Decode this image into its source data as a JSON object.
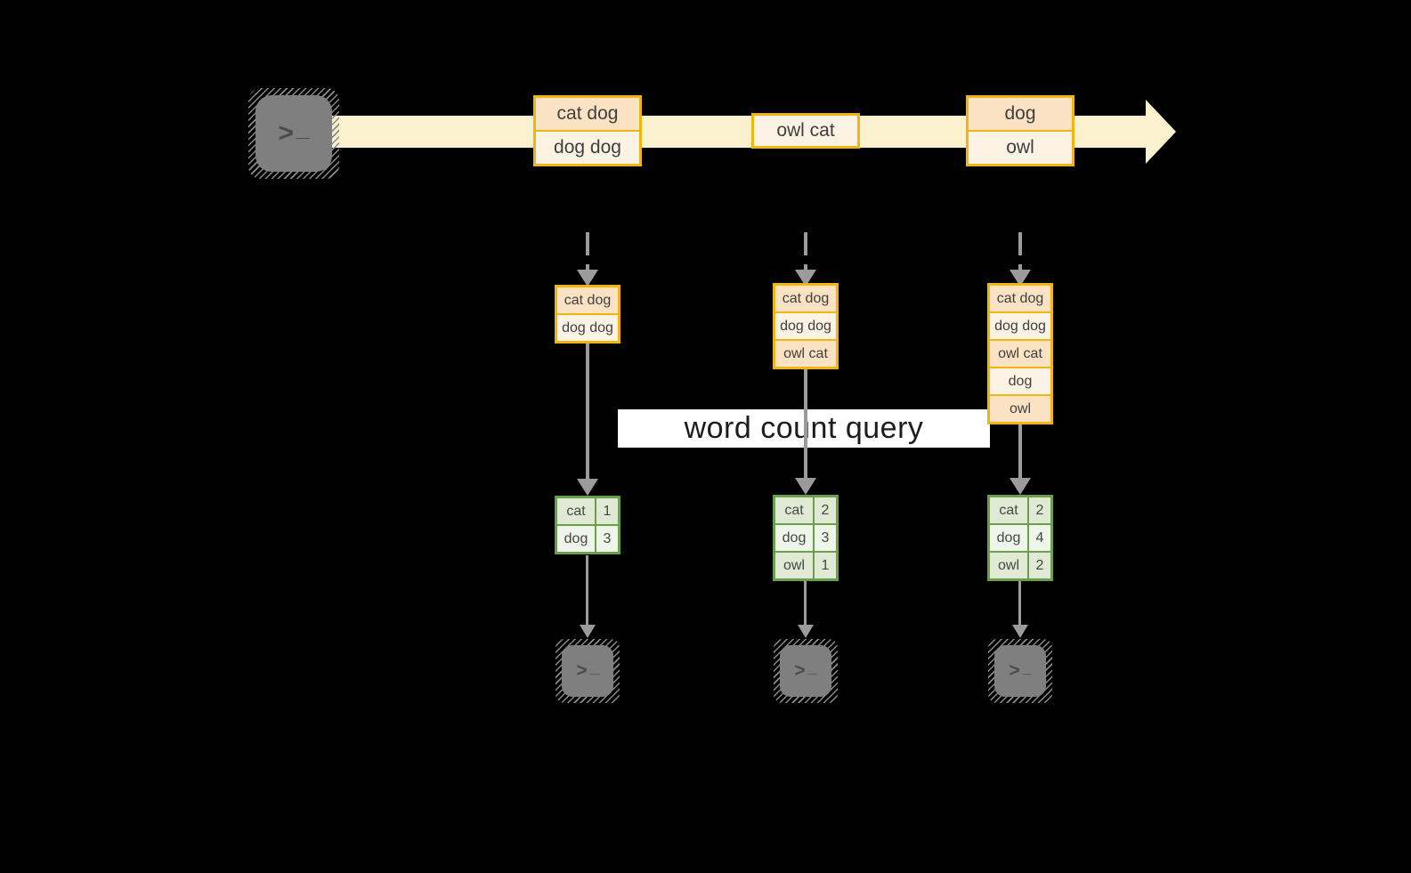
{
  "query_label": "word count query",
  "terminal_glyph": {
    "chevron": ">",
    "underscore": "_"
  },
  "colors": {
    "background": "#000000",
    "stream_band": "#fbf1cf",
    "event_border": "#f1b512",
    "cell_peach": "#fae2c3",
    "cell_cream": "#fdf3e4",
    "table_border": "#6aa04b",
    "cell_sage": "#dfe9d3",
    "cell_mint": "#f0f5ea",
    "arrow_gray": "#9b9b9b",
    "terminal_gray": "#7f7f7f",
    "query_band": "#ffffff"
  },
  "stream_events": [
    {
      "cells": [
        "cat dog",
        "dog dog"
      ]
    },
    {
      "cells": [
        "owl cat"
      ]
    },
    {
      "cells": [
        "dog",
        "owl"
      ]
    }
  ],
  "columns": [
    {
      "buffer_cells": [
        "cat dog",
        "dog dog"
      ],
      "count_rows": [
        {
          "word": "cat",
          "count": "1"
        },
        {
          "word": "dog",
          "count": "3"
        }
      ]
    },
    {
      "buffer_cells": [
        "cat dog",
        "dog dog",
        "owl cat"
      ],
      "count_rows": [
        {
          "word": "cat",
          "count": "2"
        },
        {
          "word": "dog",
          "count": "3"
        },
        {
          "word": "owl",
          "count": "1"
        }
      ]
    },
    {
      "buffer_cells": [
        "cat dog",
        "dog dog",
        "owl cat",
        "dog",
        "owl"
      ],
      "count_rows": [
        {
          "word": "cat",
          "count": "2"
        },
        {
          "word": "dog",
          "count": "4"
        },
        {
          "word": "owl",
          "count": "2"
        }
      ]
    }
  ]
}
